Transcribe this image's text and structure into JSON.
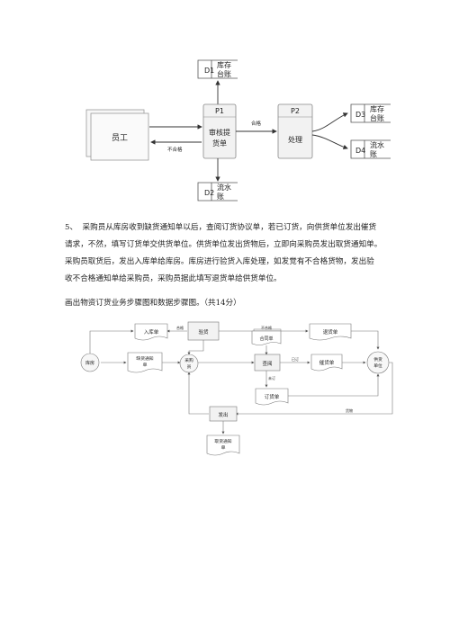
{
  "dfd1": {
    "d1": {
      "id": "D1",
      "label_line1": "库存",
      "label_line2": "台账"
    },
    "p1": {
      "id": "P1",
      "line1": "审核提",
      "line2": "货单"
    },
    "p2": {
      "id": "P2",
      "label": "处理"
    },
    "employee": "员工",
    "reject_label": "不合格",
    "pass_label": "合格",
    "d2": {
      "id": "D2",
      "label_line1": "流水",
      "label_line2": "账"
    },
    "d3": {
      "id": "D3",
      "label_line1": "库存",
      "label_line2": "台账"
    },
    "d4": {
      "id": "D4",
      "label_line1": "流水",
      "label_line2": "账"
    }
  },
  "question5": {
    "number": "5、",
    "lines": [
      "采购员从库房收到缺货通知单以后，查阅订货协议单，若已订货，向供货单位发出催货",
      "请求，不然，填写订货单交供货单位。供货单位发出货物后，立即向采购员发出取货通知单。",
      "采购员取货后，发出入库单给库房。库房进行验货入库处理，如发觉有不合格货物，发出验",
      "收不合格通知单给采购员，采购员据此填写退货单给供货单位。"
    ],
    "task": "画出物资订货业务步骤图和数据步骤图。（共14分）"
  },
  "flowchart": {
    "inbound_form": "入库单",
    "acceptance": "验货",
    "return_form": "退货单",
    "warehouse": "库房",
    "shortage_notice_1": "缺货通知",
    "shortage_notice_2": "单",
    "buyer_1": "采购",
    "buyer_2": "员",
    "contract": "合同单",
    "lookup": "查阅",
    "urge_form": "催货单",
    "supplier_1": "供货",
    "supplier_2": "单位",
    "order_form": "订货单",
    "ship": "发出",
    "pickup_1": "取货通知",
    "pickup_2": "单",
    "lbl_pass": "合格",
    "lbl_fail": "不合格",
    "lbl_not_ordered": "未订",
    "lbl_ordered": "已订",
    "lbl_goods": "货物"
  }
}
